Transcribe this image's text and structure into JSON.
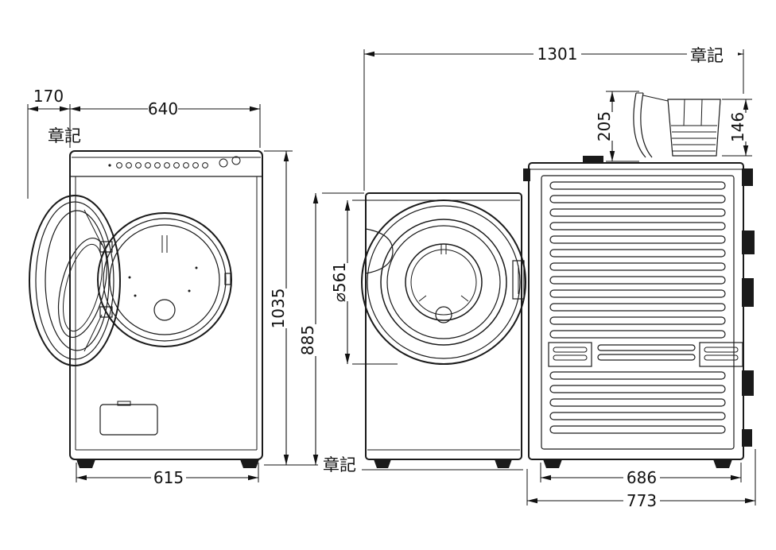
{
  "dimensions": {
    "d170": "170",
    "d640": "640",
    "d1301": "1301",
    "d205": "205",
    "d146": "146",
    "d1035": "1035",
    "d885": "885",
    "d561": "⌀561",
    "d615": "615",
    "d686": "686",
    "d773": "773"
  },
  "stamps": {
    "top_left": "章記",
    "top_right": "章記",
    "bottom": "章記"
  }
}
